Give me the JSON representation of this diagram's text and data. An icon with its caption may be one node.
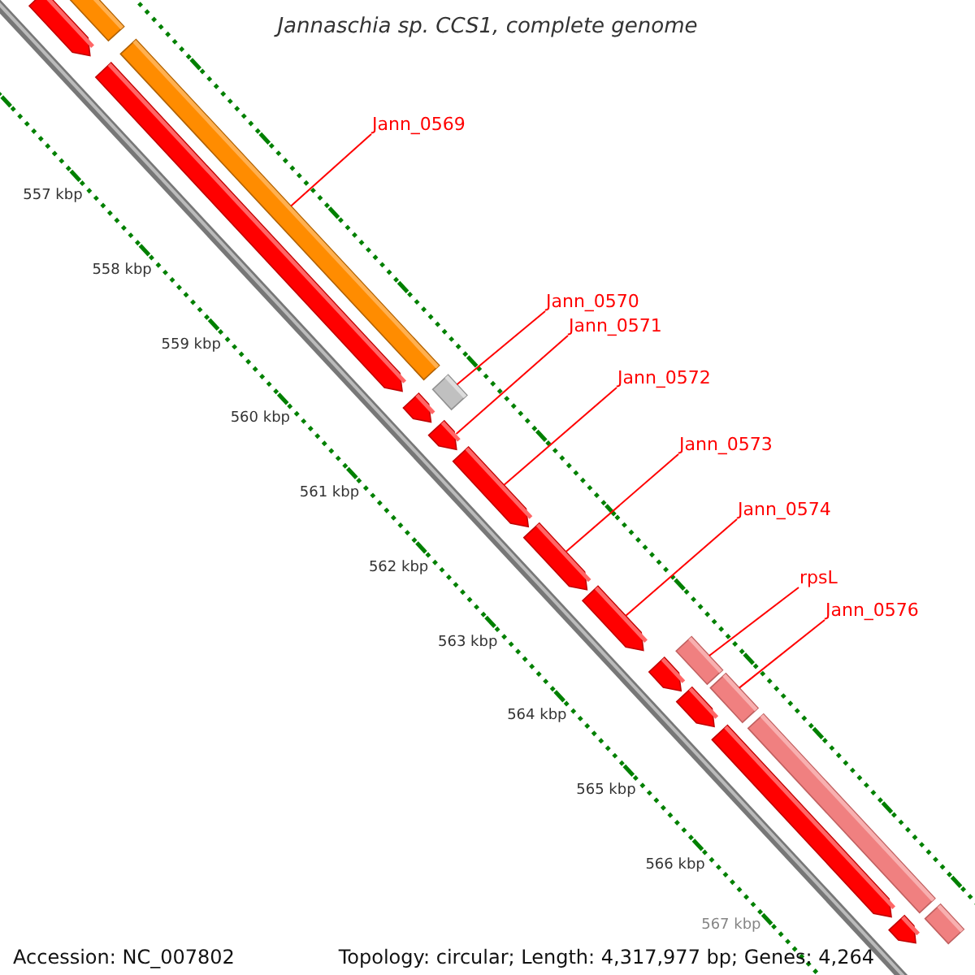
{
  "diagram": {
    "title": "Jannaschia sp. CCS1, complete genome",
    "nodes": [
      {
        "text": [
          "Jann_0569"
        ]
      },
      {
        "text": [
          "Jann_0570"
        ]
      },
      {
        "text": [
          "Jann_0571"
        ]
      },
      {
        "text": [
          "Jann_0572"
        ]
      },
      {
        "text": [
          "Jann_0573"
        ]
      },
      {
        "text": [
          "Jann_0574"
        ]
      },
      {
        "text": [
          "rpsL"
        ]
      },
      {
        "text": [
          "Jann_0576"
        ]
      },
      {
        "text": [],
        "shape": "bar"
      },
      {
        "text": [],
        "shape": "arrow"
      },
      {
        "text": [],
        "shape": "bar"
      },
      {
        "text": [],
        "shape": "arrow"
      },
      {
        "text": [],
        "shape": "arrow"
      },
      {
        "text": [],
        "shape": "bar"
      },
      {
        "text": [],
        "shape": "arrow"
      },
      {
        "text": [],
        "shape": "arrow"
      },
      {
        "text": [],
        "shape": "arrow"
      },
      {
        "text": [],
        "shape": "arrow"
      },
      {
        "text": [],
        "shape": "arrow"
      },
      {
        "text": [],
        "shape": "bar"
      },
      {
        "text": [],
        "shape": "arrow"
      },
      {
        "text": [],
        "shape": "bar"
      },
      {
        "text": [],
        "shape": "arrow"
      },
      {
        "text": [],
        "shape": "bar"
      },
      {
        "text": [],
        "shape": "arrow"
      },
      {
        "text": [],
        "shape": "bar"
      }
    ],
    "edges": [
      {
        "from": 0,
        "to": 10,
        "arrow": "none"
      },
      {
        "from": 1,
        "to": 13,
        "arrow": "none"
      },
      {
        "from": 2,
        "to": 14,
        "arrow": "none"
      },
      {
        "from": 3,
        "to": 15,
        "arrow": "none"
      },
      {
        "from": 4,
        "to": 16,
        "arrow": "none"
      },
      {
        "from": 5,
        "to": 17,
        "arrow": "none"
      },
      {
        "from": 6,
        "to": 19,
        "arrow": "none"
      },
      {
        "from": 7,
        "to": 21,
        "arrow": "none"
      }
    ],
    "labels": [
      "557 kbp",
      "558 kbp",
      "559 kbp",
      "560 kbp",
      "561 kbp",
      "562 kbp",
      "563 kbp",
      "564 kbp",
      "565 kbp",
      "566 kbp",
      "567 kbp",
      "Accession: NC_007802",
      "Topology: circular; Length: 4,317,977 bp; Genes: 4,264"
    ]
  }
}
